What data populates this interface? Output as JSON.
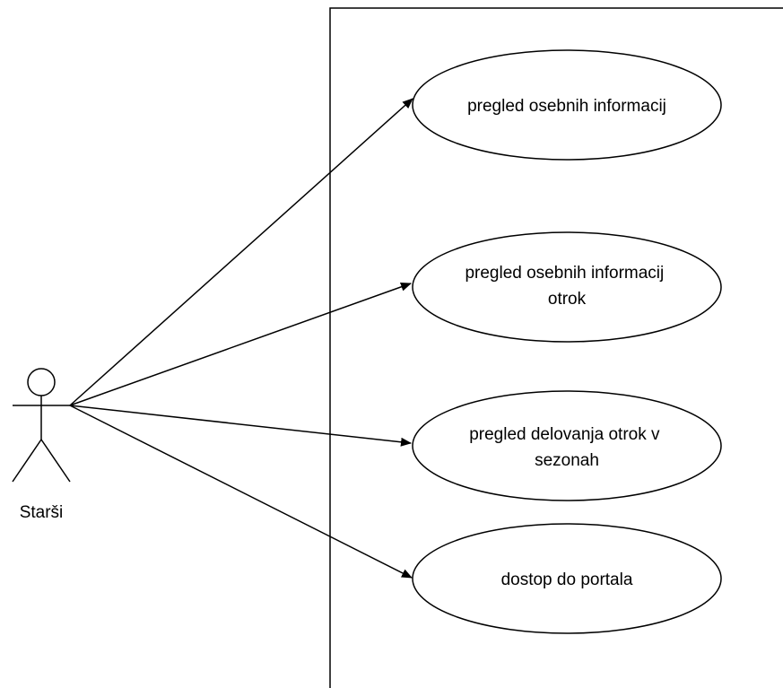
{
  "actor": {
    "label": "Starši",
    "icon": "stick-figure-icon"
  },
  "use_cases": [
    {
      "id": "uc1",
      "lines": [
        "pregled osebnih informacij"
      ]
    },
    {
      "id": "uc2",
      "lines": [
        "pregled osebnih informacij",
        "otrok"
      ]
    },
    {
      "id": "uc3",
      "lines": [
        "pregled delovanja otrok v",
        "sezonah"
      ]
    },
    {
      "id": "uc4",
      "lines": [
        "dostop do portala"
      ]
    }
  ],
  "colors": {
    "stroke": "#000000",
    "background": "#ffffff"
  }
}
